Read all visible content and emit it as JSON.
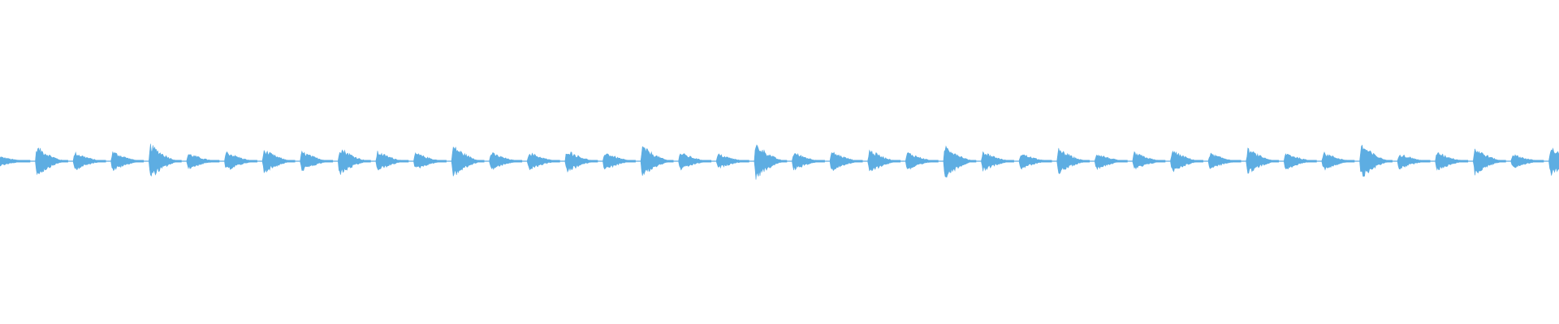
{
  "waveform": {
    "color": "#5dade2",
    "beat_count": 42,
    "beat_amplitudes": [
      0.28,
      0.82,
      0.5,
      0.55,
      0.95,
      0.45,
      0.55,
      0.65,
      0.55,
      0.78,
      0.55,
      0.48,
      0.88,
      0.5,
      0.52,
      0.65,
      0.52,
      0.85,
      0.5,
      0.42,
      0.98,
      0.5,
      0.55,
      0.65,
      0.52,
      0.92,
      0.55,
      0.45,
      0.7,
      0.45,
      0.5,
      0.6,
      0.45,
      0.7,
      0.48,
      0.5,
      0.95,
      0.45,
      0.52,
      0.75,
      0.4,
      0.8
    ]
  }
}
